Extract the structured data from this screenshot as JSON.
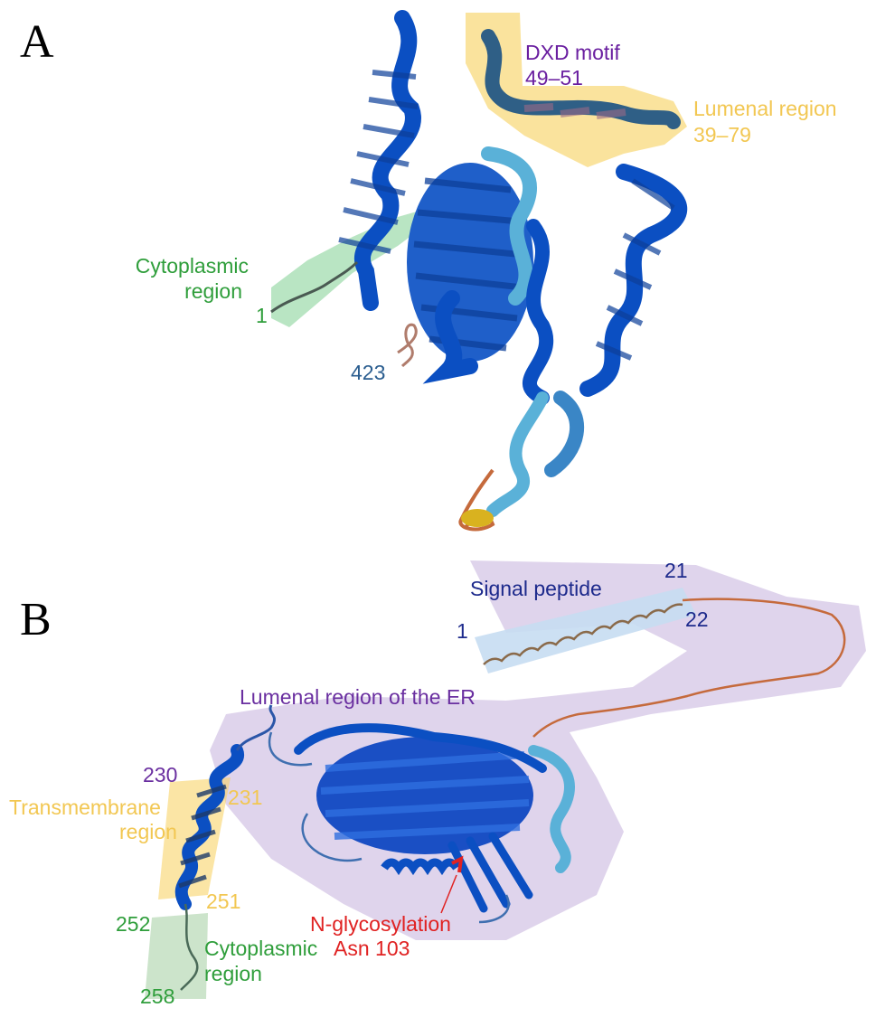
{
  "colors": {
    "helix_dark": "#0b4fc2",
    "helix_mid": "#1f6fd1",
    "helix_light": "#5ab1d8",
    "coil_orange": "#c56a3c",
    "coil_yellow": "#d9b21f",
    "cyto_green": "#2f9e3b",
    "dxd_purple": "#6a1fa0",
    "lumenal_yellow": "#f2c752",
    "num_blue": "#2a5d8f",
    "sig_navy": "#1d2a8c",
    "er_purple": "#6a2fa0",
    "nglyc_red": "#e02222",
    "hl_yellow": "#f7d05b",
    "hl_green": "#7fcf92",
    "hl_lavender": "#c4b1dc",
    "hl_lightblue": "#c7ddf2",
    "hl_green_b": "#b7d8b5"
  },
  "panel_a": {
    "letter": "A",
    "dxd_line1": "DXD motif",
    "dxd_line2": "49–51",
    "lumenal_line1": "Lumenal region",
    "lumenal_line2": "39–79",
    "cyto_line1": "Cytoplasmic",
    "cyto_line2": "region",
    "n_terminus": "1",
    "c_terminus": "423"
  },
  "panel_b": {
    "letter": "B",
    "signal_peptide": "Signal peptide",
    "sp_start": "1",
    "sp_end": "21",
    "mature_start": "22",
    "lumenal_er": "Lumenal region of the ER",
    "tm_start_before": "230",
    "tm_start": "231",
    "tm_line1": "Transmembrane",
    "tm_line2": "region",
    "tm_end": "251",
    "cyto_start": "252",
    "cyto_line1": "Cytoplasmic",
    "cyto_line2": "region",
    "c_terminus": "258",
    "nglyc_line1": "N-glycosylation",
    "nglyc_line2": "Asn 103"
  }
}
